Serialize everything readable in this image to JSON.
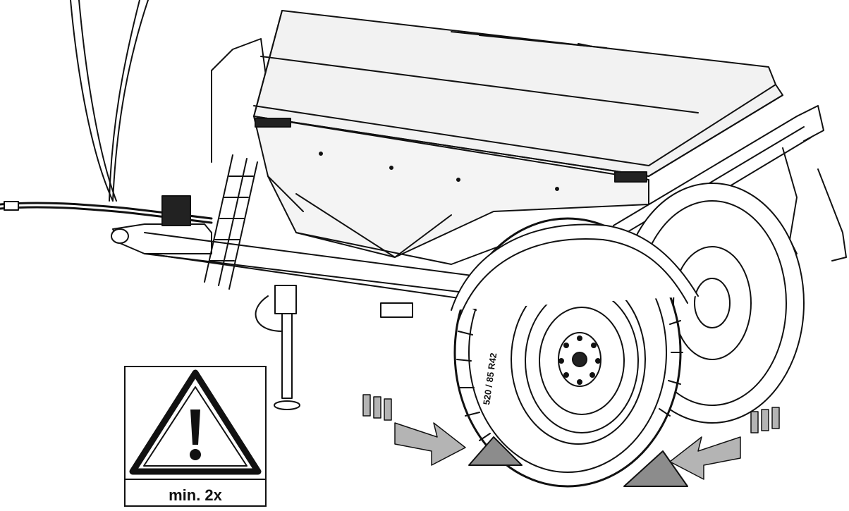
{
  "figure": {
    "subject": "fertilizer-spreader-trailer",
    "warning": {
      "icon": "warning-triangle-icon",
      "label": "min. 2x"
    },
    "tire_marking": "520 / 85 R42",
    "colors": {
      "line": "#111111",
      "hopper_fill": "#f4f4f4",
      "wedge_fill": "#8c8c8c",
      "arrow_fill": "#b4b4b4"
    }
  }
}
